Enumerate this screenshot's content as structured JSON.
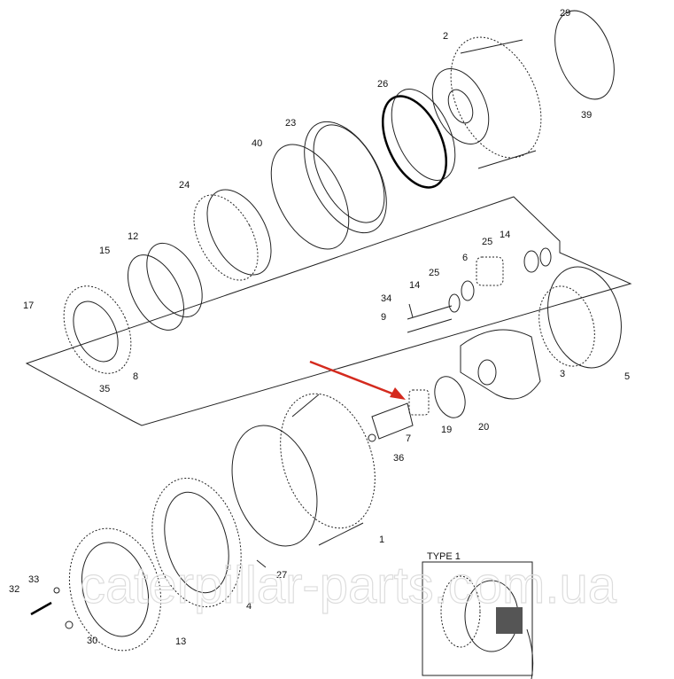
{
  "diagram": {
    "callouts": [
      "29",
      "2",
      "26",
      "39",
      "23",
      "40",
      "24",
      "12",
      "15",
      "14",
      "25",
      "6",
      "25",
      "14",
      "34",
      "9",
      "17",
      "35",
      "8",
      "5",
      "3",
      "20",
      "19",
      "7",
      "36",
      "1",
      "27",
      "4",
      "33",
      "32",
      "30",
      "13"
    ],
    "inset_title": "TYPE 1",
    "watermark": "caterpillar-parts.com.ua",
    "arrow_color": "#d42a1e"
  }
}
